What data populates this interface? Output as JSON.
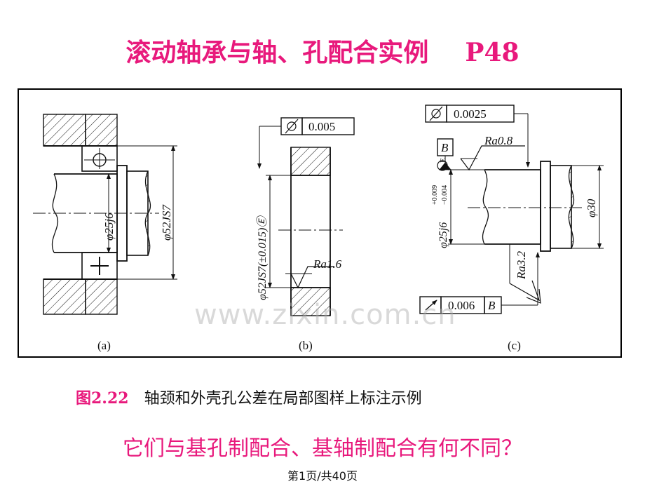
{
  "title": {
    "main": "滚动轴承与轴、孔配合实例",
    "page_ref": "P48"
  },
  "figure": {
    "watermark": "www.zixin.com.cn",
    "panel_a": {
      "label": "(a)",
      "dim_shaft": "φ25j6",
      "dim_hole": "φ52JS7"
    },
    "panel_b": {
      "label": "(b)",
      "tolerance_value": "0.005",
      "dim_hole": "φ52JS7(±0.015)Ⓔ",
      "roughness": "Ra1.6"
    },
    "panel_c": {
      "label": "(c)",
      "tolerance_value": "0.0025",
      "datum": "B",
      "roughness_top": "Ra0.8",
      "dim_shaft_base": "φ25j6",
      "dim_shaft_upper": "+0.009",
      "dim_shaft_lower": "−0.004",
      "envelope_symbol": "E",
      "dim_shoulder": "φ30",
      "roughness_side": "Ra3.2",
      "runout_value": "0.006",
      "runout_datum": "B"
    }
  },
  "caption": {
    "number": "图2.22",
    "text": "轴颈和外壳孔公差在局部图样上标注示例"
  },
  "question": "它们与基孔制配合、基轴制配合有何不同？",
  "page_number": "第1页/共40页",
  "colors": {
    "accent": "#e8197c",
    "line": "#111111"
  }
}
